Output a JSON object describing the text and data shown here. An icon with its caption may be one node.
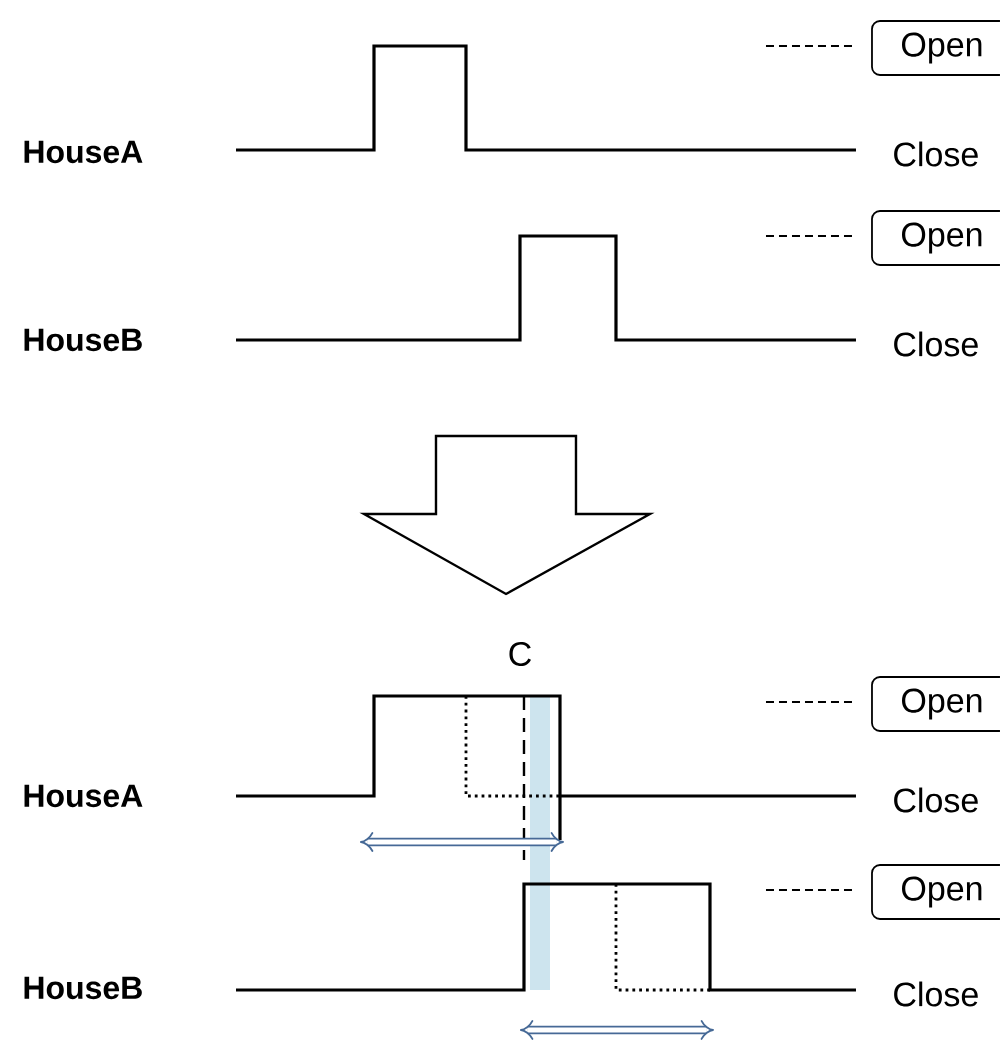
{
  "diagram": {
    "nodes": [
      {
        "text": [
          "Open"
        ]
      },
      {
        "text": [
          "Open"
        ]
      },
      {
        "text": [
          "Open"
        ]
      },
      {
        "text": [
          "Open"
        ]
      }
    ],
    "labels": [
      "HouseA",
      "Close",
      "HouseB",
      "Close",
      "C",
      "HouseA",
      "Close",
      "HouseB",
      "Close"
    ]
  }
}
